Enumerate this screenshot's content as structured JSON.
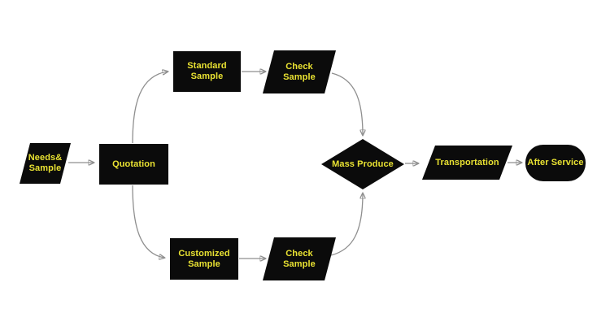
{
  "diagram": {
    "type": "flowchart",
    "colors": {
      "background": "#ffffff",
      "node_fill": "#0b0b0b",
      "label_color": "#e9e232",
      "connector_color": "#8f8f8f",
      "arrowhead_color": "#161616"
    },
    "nodes": {
      "needs_sample": {
        "shape": "parallelogram",
        "lines": [
          "Needs&",
          "Sample"
        ]
      },
      "quotation": {
        "shape": "rectangle",
        "lines": [
          "Quotation"
        ]
      },
      "standard_sample": {
        "shape": "rectangle",
        "lines": [
          "Standard",
          "Sample"
        ]
      },
      "check_sample_top": {
        "shape": "parallelogram",
        "lines": [
          "Check",
          "Sample"
        ]
      },
      "customized_sample": {
        "shape": "rectangle",
        "lines": [
          "Customized",
          "Sample"
        ]
      },
      "check_sample_bottom": {
        "shape": "parallelogram",
        "lines": [
          "Check",
          "Sample"
        ]
      },
      "mass_produce": {
        "shape": "diamond",
        "lines": [
          "Mass Produce"
        ]
      },
      "transportation": {
        "shape": "parallelogram",
        "lines": [
          "Transportation"
        ]
      },
      "after_service": {
        "shape": "stadium",
        "lines": [
          "After Service"
        ]
      }
    },
    "edges": [
      {
        "from": "needs_sample",
        "to": "quotation"
      },
      {
        "from": "quotation",
        "to": "standard_sample"
      },
      {
        "from": "quotation",
        "to": "customized_sample"
      },
      {
        "from": "standard_sample",
        "to": "check_sample_top"
      },
      {
        "from": "customized_sample",
        "to": "check_sample_bottom"
      },
      {
        "from": "check_sample_top",
        "to": "mass_produce"
      },
      {
        "from": "check_sample_bottom",
        "to": "mass_produce"
      },
      {
        "from": "mass_produce",
        "to": "transportation"
      },
      {
        "from": "transportation",
        "to": "after_service"
      }
    ]
  }
}
